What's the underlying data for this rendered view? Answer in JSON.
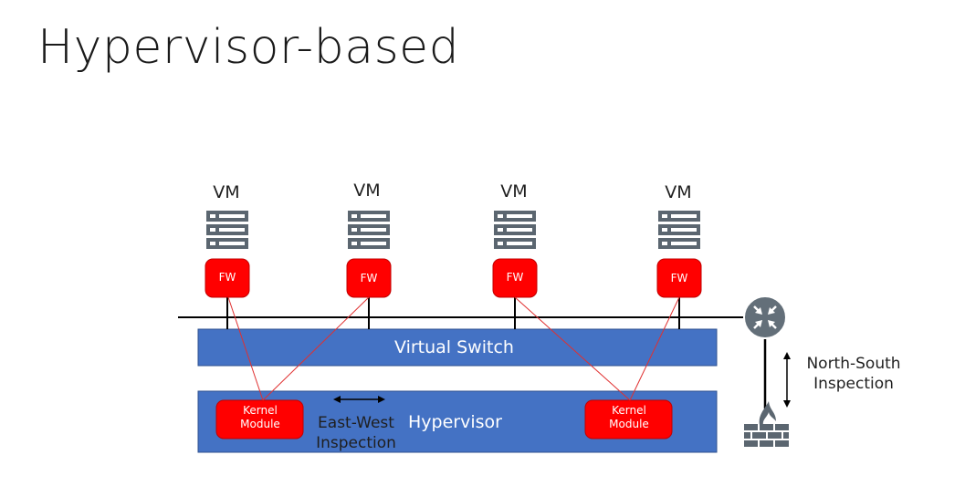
{
  "title": "Hypervisor-based",
  "vms": [
    {
      "label": "VM",
      "fw_label": "FW"
    },
    {
      "label": "VM",
      "fw_label": "FW"
    },
    {
      "label": "VM",
      "fw_label": "FW"
    },
    {
      "label": "VM",
      "fw_label": "FW"
    }
  ],
  "virtual_switch": {
    "label": "Virtual Switch"
  },
  "hypervisor": {
    "label": "Hypervisor"
  },
  "kernel_modules": [
    {
      "line1": "Kernel",
      "line2": "Module"
    },
    {
      "line1": "Kernel",
      "line2": "Module"
    }
  ],
  "east_west": {
    "line1": "East-West",
    "line2": "Inspection"
  },
  "north_south": {
    "line1": "North-South",
    "line2": "Inspection"
  },
  "icons": {
    "vm": "server-rack-icon",
    "router": "router-icon",
    "firewall": "brick-firewall-icon"
  },
  "colors": {
    "band": "#4472c4",
    "firewall": "#ff0000",
    "server": "#5b6670",
    "router": "#636f79",
    "link": "#e03030"
  }
}
